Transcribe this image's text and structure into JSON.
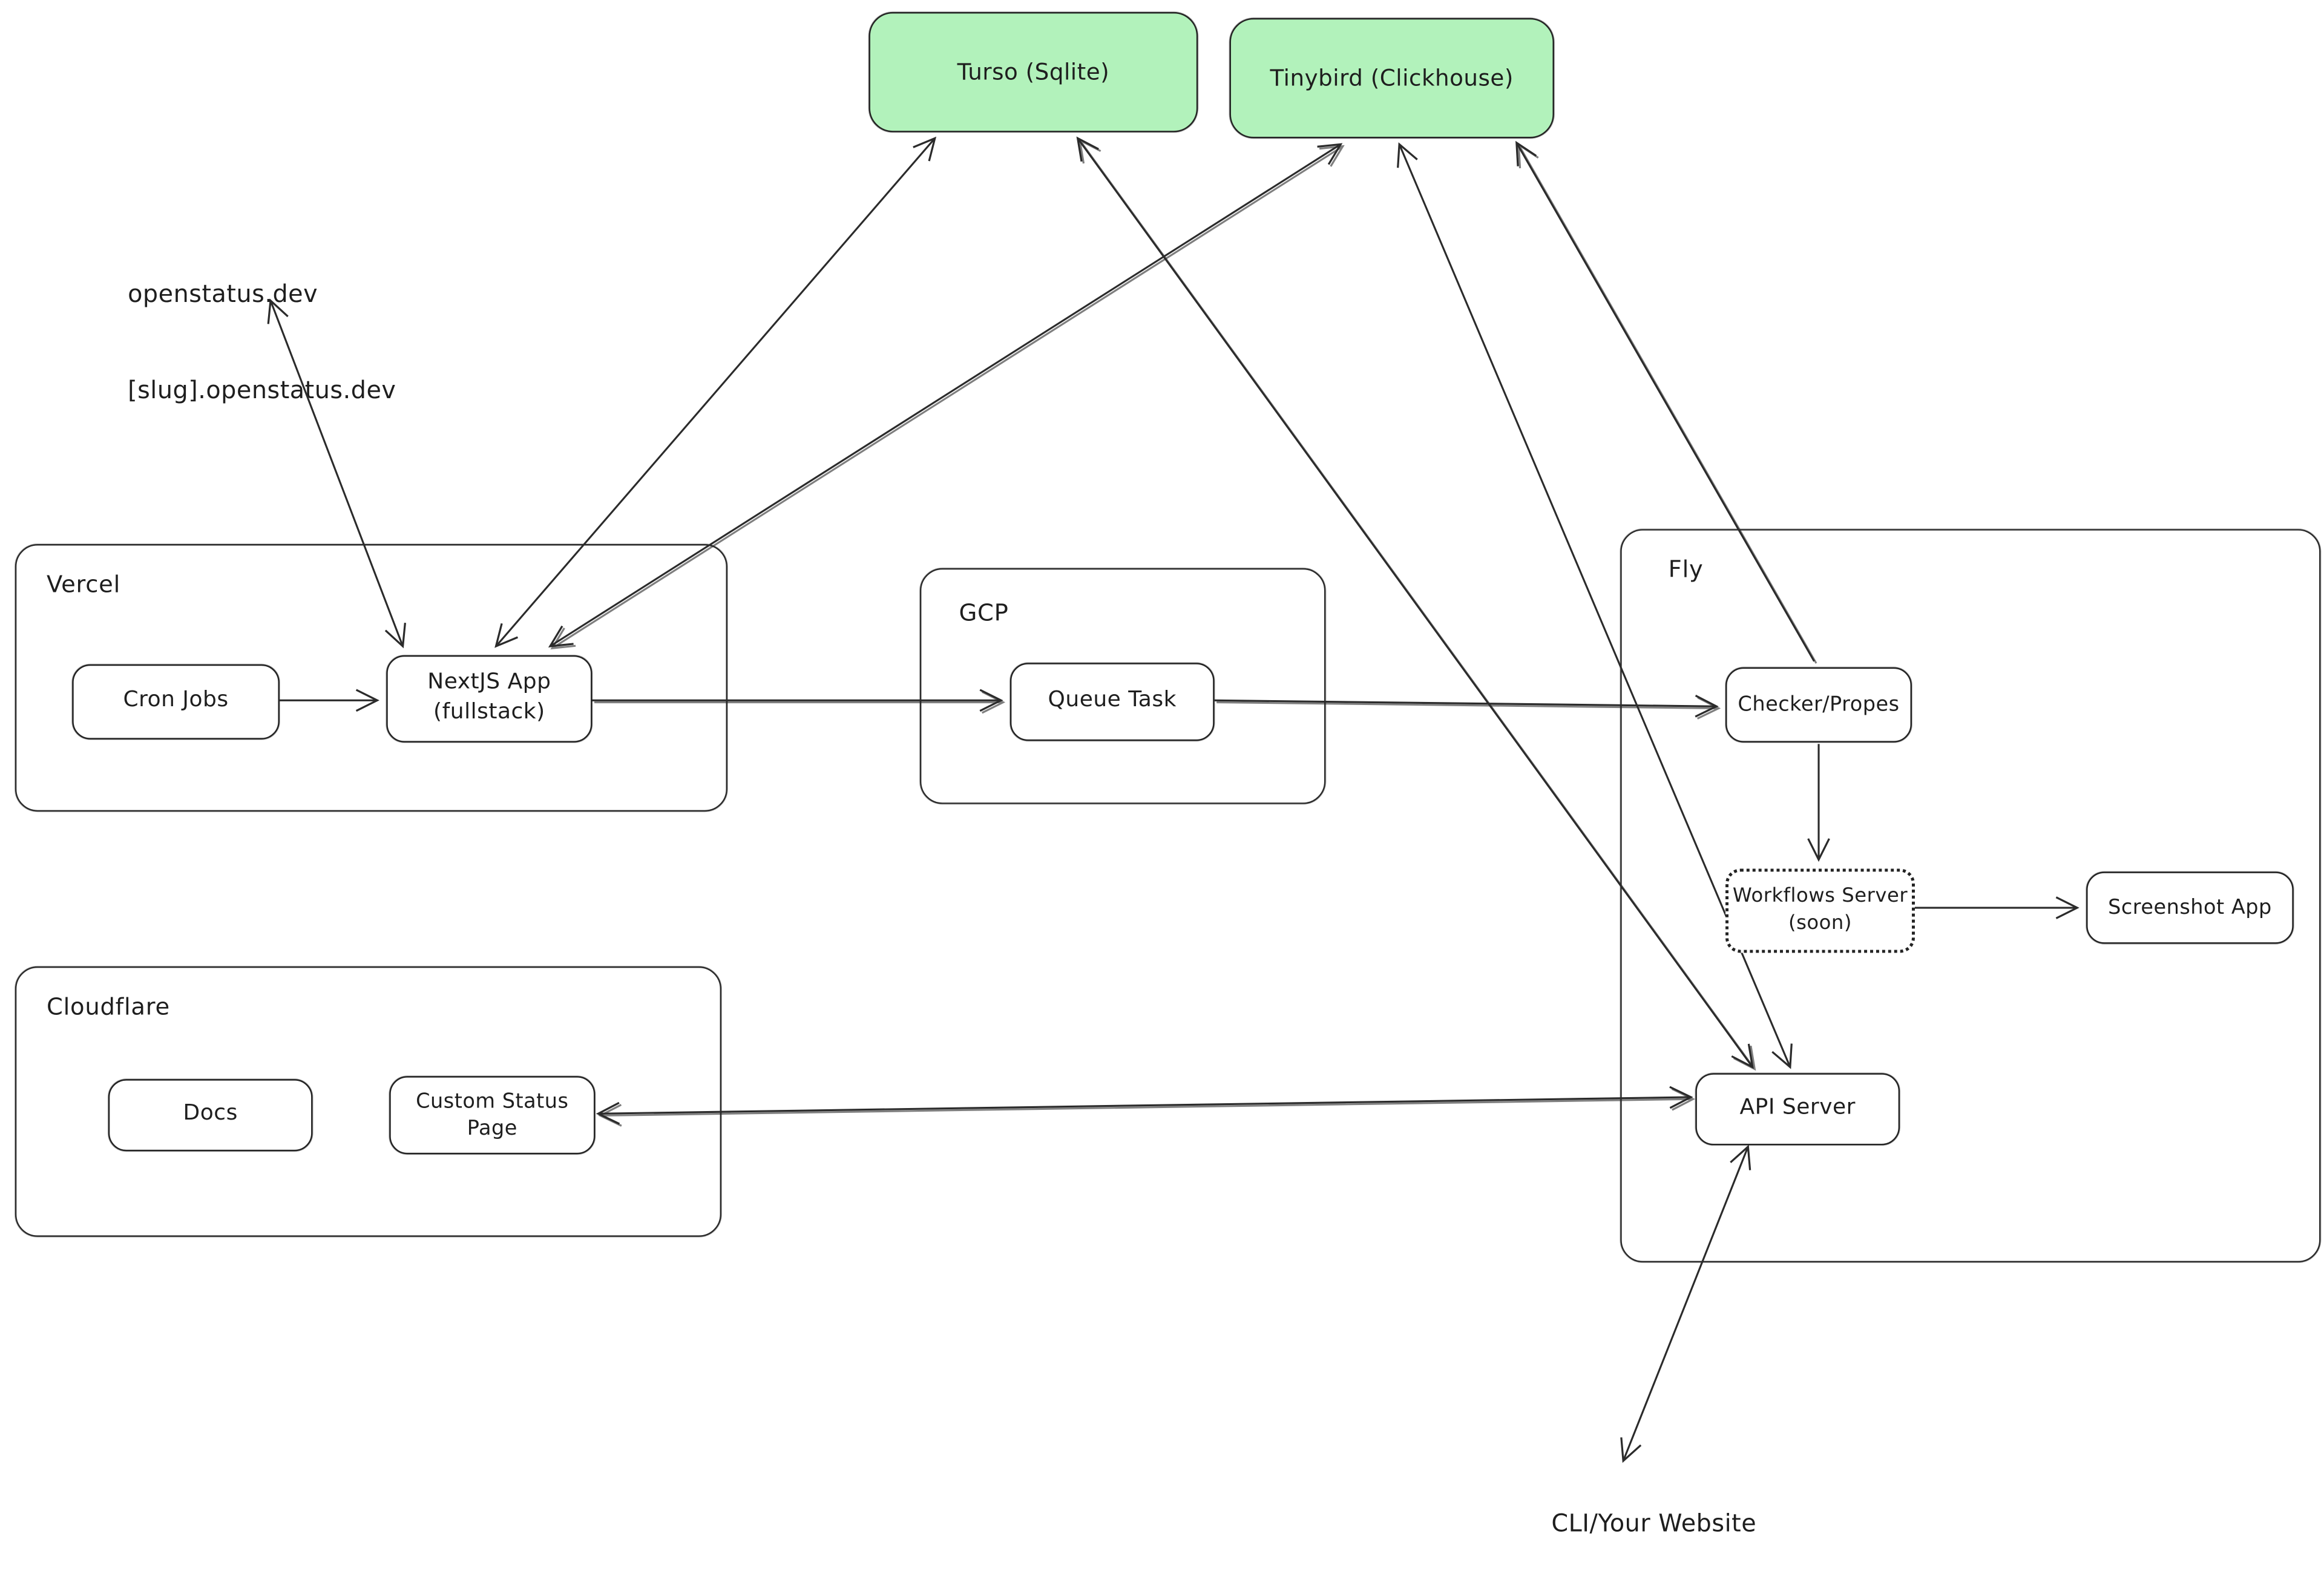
{
  "colors": {
    "node_fill_green": "#b2f2bb",
    "stroke": "#1e1e1e",
    "background": "#ffffff"
  },
  "containers": {
    "vercel": {
      "label": "Vercel"
    },
    "gcp": {
      "label": "GCP"
    },
    "fly": {
      "label": "Fly"
    },
    "cloudflare": {
      "label": "Cloudflare"
    }
  },
  "nodes": {
    "turso": {
      "label": "Turso (Sqlite)"
    },
    "tinybird": {
      "label": "Tinybird (Clickhouse)"
    },
    "cron_jobs": {
      "label": "Cron Jobs"
    },
    "nextjs_app": {
      "line1": "NextJS App",
      "line2": "(fullstack)"
    },
    "queue_task": {
      "label": "Queue Task"
    },
    "checker": {
      "label": "Checker/Propes"
    },
    "workflows_server": {
      "line1": "Workflows Server",
      "line2": "(soon)"
    },
    "screenshot_app": {
      "label": "Screenshot App"
    },
    "api_server": {
      "label": "API Server"
    },
    "docs": {
      "label": "Docs"
    },
    "custom_status_page": {
      "label": "Custom Status Page"
    }
  },
  "annotations": {
    "domains_line1": "openstatus.dev",
    "domains_line2": "[slug].openstatus.dev",
    "cli": "CLI/Your Website"
  }
}
